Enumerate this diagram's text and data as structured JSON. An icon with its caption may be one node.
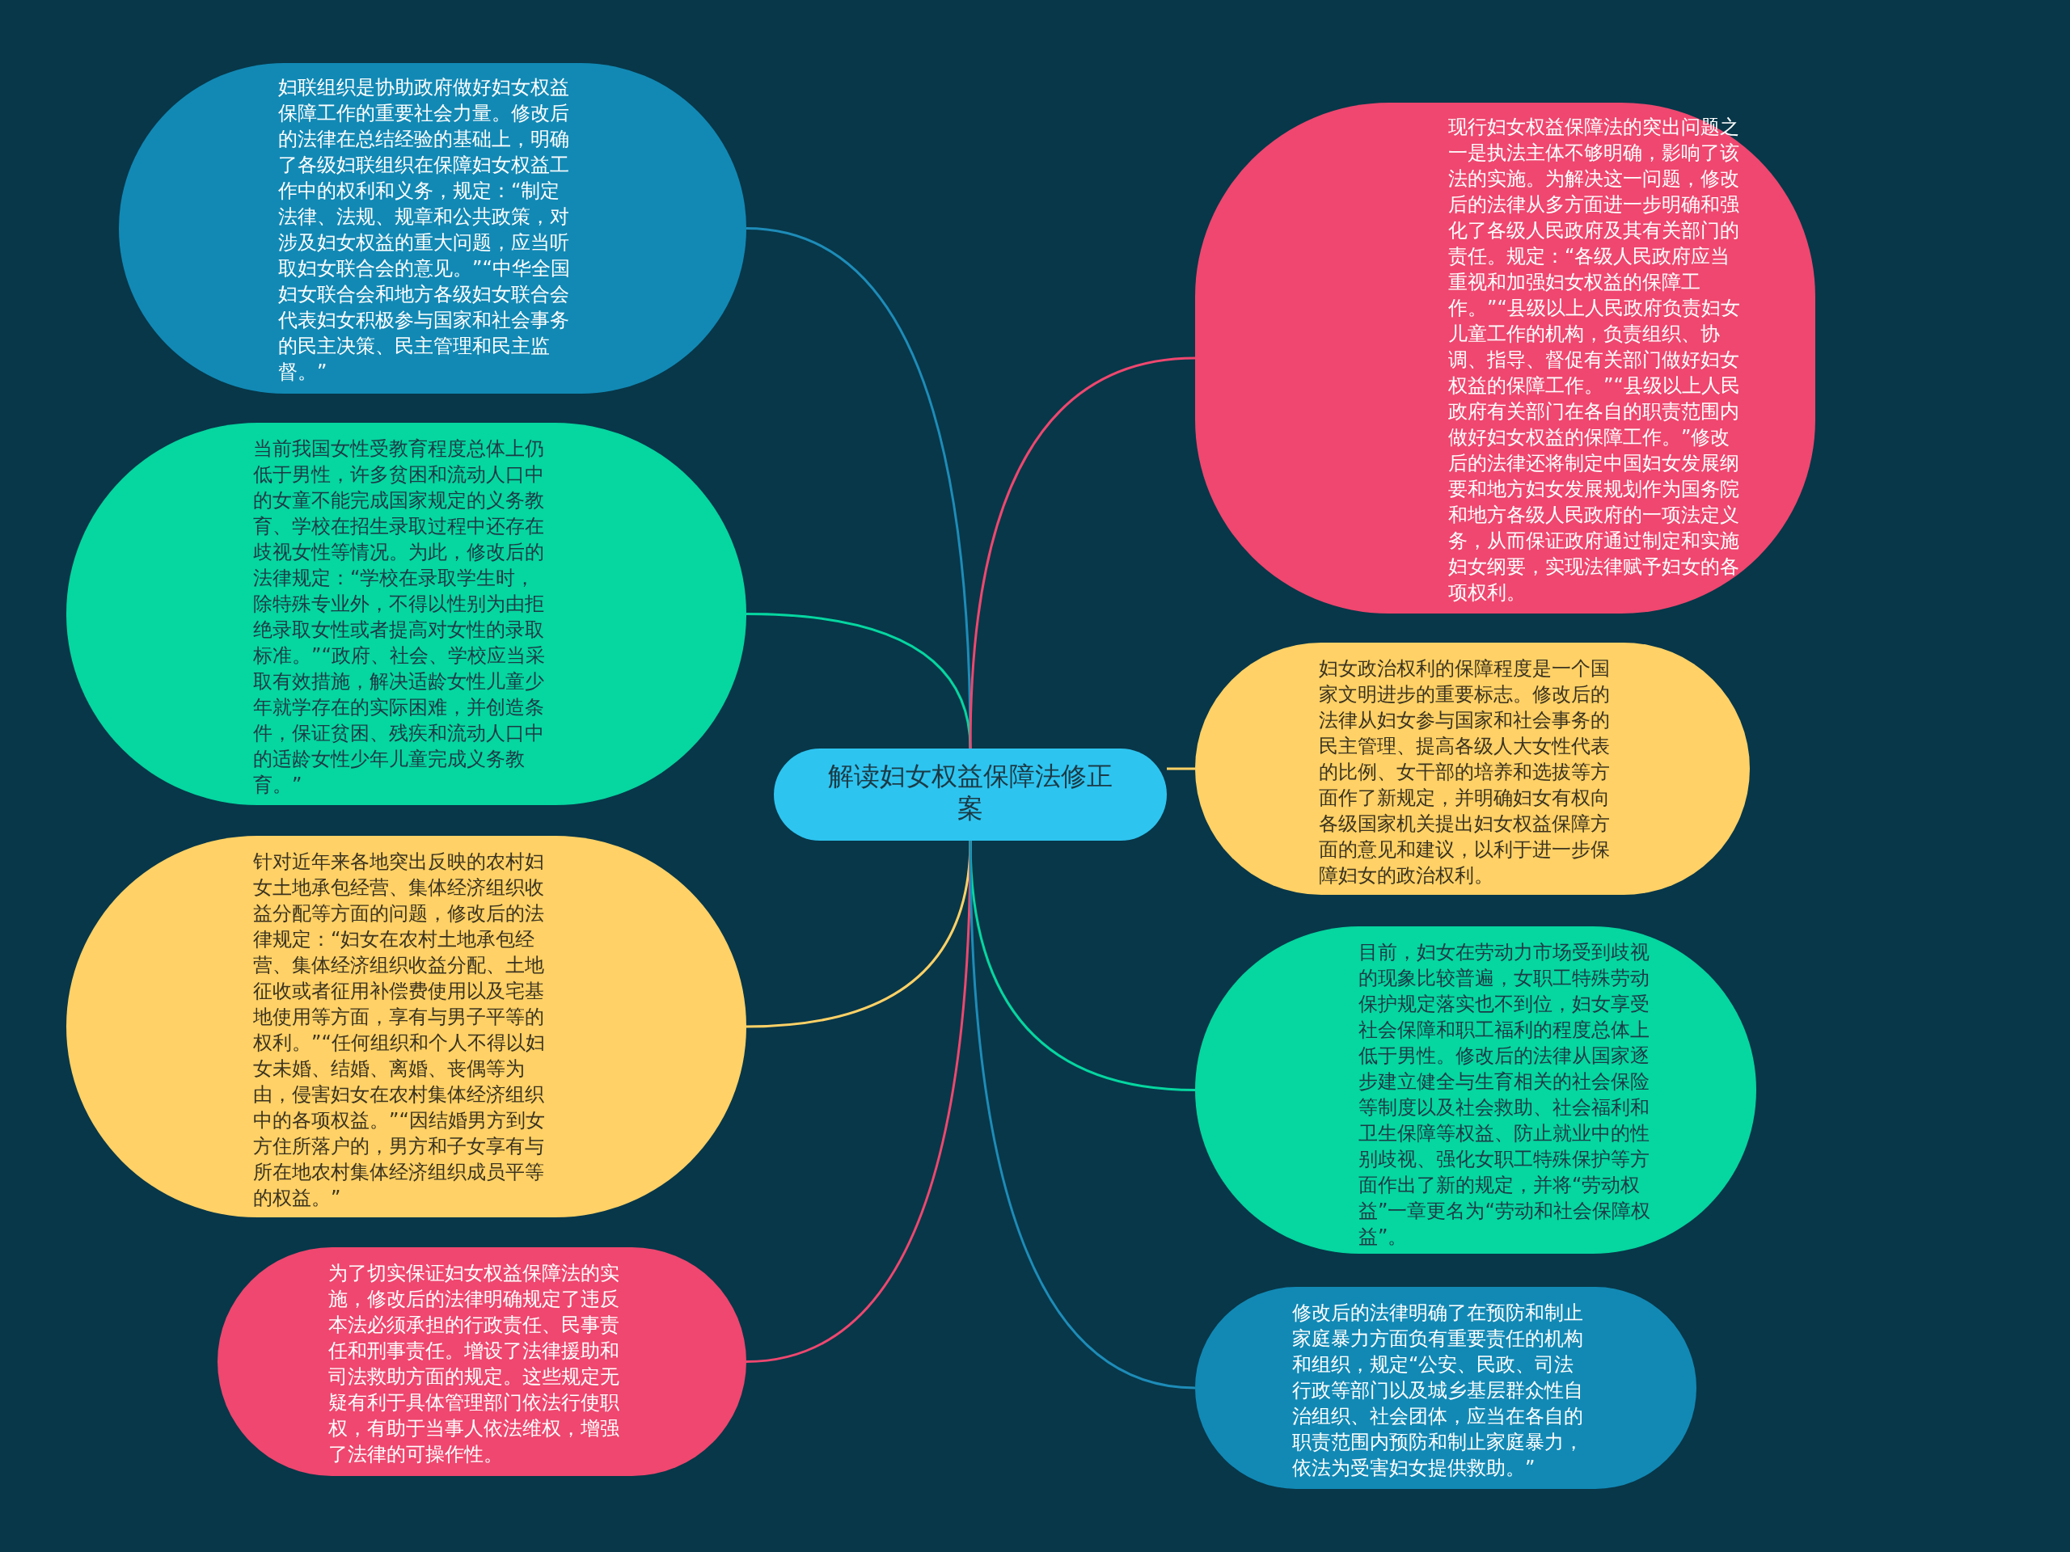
{
  "diagram": {
    "nodes": [
      {
        "text": [
          "解读妇女权益保障法修正案"
        ]
      },
      {
        "text": [
          "妇联组织是协助政府做好妇女权益保障工作的重要社会力量。修改后的法律在总结经验的基础上，明确了各级妇联组织在保障妇女权益工作中的权利和义务，规定：“制定法律、法规、规章和公共政策，对涉及妇女权益的重大问题，应当听取妇女联合会的意见。”“中华全国妇女联合会和地方各级妇女联合会代表妇女积极参与国家和社会事务的民主决策、民主管理和民主监督。”"
        ]
      },
      {
        "text": [
          "当前我国女性受教育程度总体上仍低于男性，许多贫困和流动人口中的女童不能完成国家规定的义务教育、学校在招生录取过程中还存在歧视女性等情况。为此，修改后的法律规定：“学校在录取学生时，除特殊专业外，不得以性别为由拒绝录取女性或者提高对女性的录取标准。”“政府、社会、学校应当采取有效措施，解决适龄女性儿童少年就学存在的实际困难，并创造条件，保证贫困、残疾和流动人口中的适龄女性少年儿童完成义务教育。”"
        ]
      },
      {
        "text": [
          "针对近年来各地突出反映的农村妇女土地承包经营、集体经济组织收益分配等方面的问题，修改后的法律规定：“妇女在农村土地承包经营、集体经济组织收益分配、土地征收或者征用补偿费使用以及宅基地使用等方面，享有与男子平等的权利。”“任何组织和个人不得以妇女未婚、结婚、离婚、丧偶等为由，侵害妇女在农村集体经济组织中的各项权益。”“因结婚男方到女方住所落户的，男方和子女享有与所在地农村集体经济组织成员平等的权益。”"
        ]
      },
      {
        "text": [
          "为了切实保证妇女权益保障法的实施，修改后的法律明确规定了违反本法必须承担的行政责任、民事责任和刑事责任。增设了法律援助和司法救助方面的规定。这些规定无疑有利于具体管理部门依法行使职权，有助于当事人依法维权，增强了法律的可操作性。"
        ]
      },
      {
        "text": [
          "现行妇女权益保障法的突出问题之一是执法主体不够明确，影响了该法的实施。为解决这一问题，修改后的法律从多方面进一步明确和强化了各级人民政府及其有关部门的责任。规定：“各级人民政府应当重视和加强妇女权益的保障工作。”“县级以上人民政府负责妇女儿童工作的机构，负责组织、协调、指导、督促有关部门做好妇女权益的保障工作。”“县级以上人民政府有关部门在各自的职责范围内做好妇女权益的保障工作。”修改后的法律还将制定中国妇女发展纲要和地方妇女发展规划作为国务院和地方各级人民政府的一项法定义务，从而保证政府通过制定和实施妇女纲要，实现法律赋予妇女的各项权利。"
        ]
      },
      {
        "text": [
          "妇女政治权利的保障程度是一个国家文明进步的重要标志。修改后的法律从妇女参与国家和社会事务的民主管理、提高各级人大女性代表的比例、女干部的培养和选拔等方面作了新规定，并明确妇女有权向各级国家机关提出妇女权益保障方面的意见和建议，以利于进一步保障妇女的政治权利。"
        ]
      },
      {
        "text": [
          "目前，妇女在劳动力市场受到歧视的现象比较普遍，女职工特殊劳动保护规定落实也不到位，妇女享受社会保障和职工福利的程度总体上低于男性。修改后的法律从国家逐步建立健全与生育相关的社会保险等制度以及社会救助、社会福利和卫生保障等权益、防止就业中的性别歧视、强化女职工特殊保护等方面作出了新的规定，并将“劳动权益”一章更名为“劳动和社会保障权益”。"
        ]
      },
      {
        "text": [
          "修改后的法律明确了在预防和制止家庭暴力方面负有重要责任的机构和组织，规定“公安、民政、司法行政等部门以及城乡基层群众性自治组织、社会团体，应当在各自的职责范围内预防和制止家庭暴力，依法为受害妇女提供救助。”"
        ]
      }
    ],
    "edges": [
      {
        "from": 0,
        "to": 1,
        "arrow": "none",
        "color": "#1e8cb8"
      },
      {
        "from": 0,
        "to": 2,
        "arrow": "none",
        "color": "#06d6a0"
      },
      {
        "from": 0,
        "to": 3,
        "arrow": "none",
        "color": "#ffd166"
      },
      {
        "from": 0,
        "to": 4,
        "arrow": "none",
        "color": "#ef476f"
      },
      {
        "from": 0,
        "to": 5,
        "arrow": "none",
        "color": "#ef476f"
      },
      {
        "from": 0,
        "to": 6,
        "arrow": "none",
        "color": "#ffd166"
      },
      {
        "from": 0,
        "to": 7,
        "arrow": "none",
        "color": "#06d6a0"
      },
      {
        "from": 0,
        "to": 8,
        "arrow": "none",
        "color": "#1e8cb8"
      }
    ]
  }
}
